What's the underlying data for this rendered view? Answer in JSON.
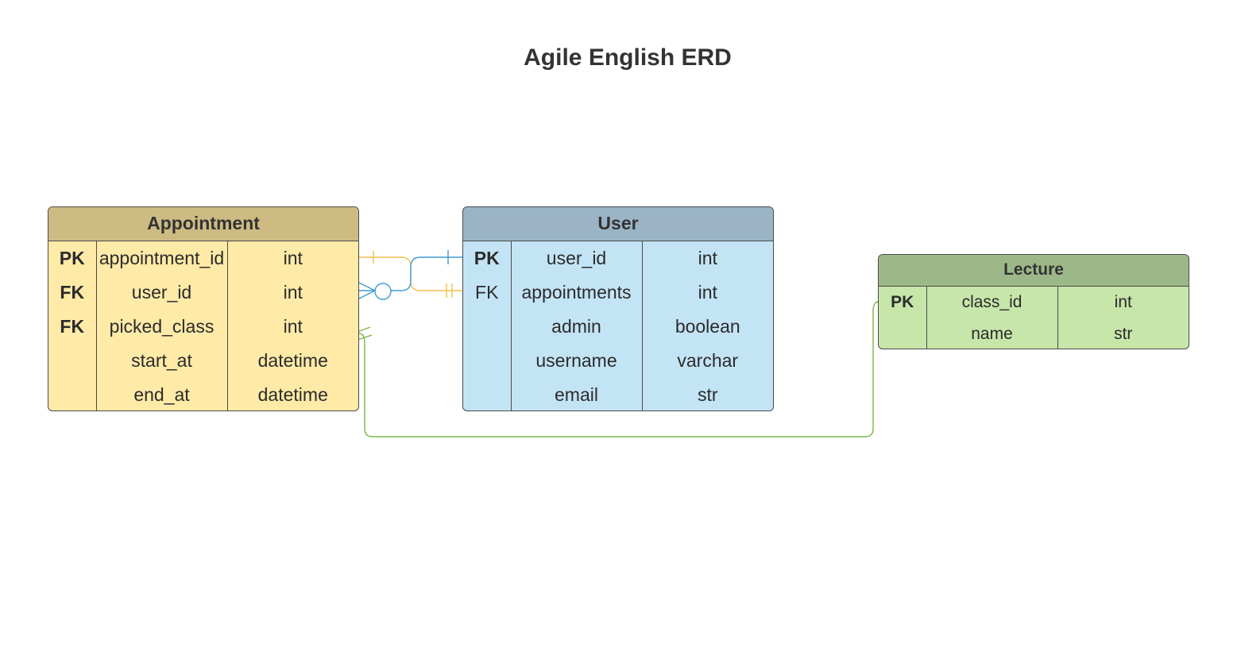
{
  "title": "Agile English ERD",
  "entities": {
    "appointment": {
      "name": "Appointment",
      "rows": [
        {
          "key": "PK",
          "key_bold": true,
          "field": "appointment_id",
          "type": "int"
        },
        {
          "key": "FK",
          "key_bold": true,
          "field": "user_id",
          "type": "int"
        },
        {
          "key": "FK",
          "key_bold": true,
          "field": "picked_class",
          "type": "int"
        },
        {
          "key": "",
          "key_bold": false,
          "field": "start_at",
          "type": "datetime"
        },
        {
          "key": "",
          "key_bold": false,
          "field": "end_at",
          "type": "datetime"
        }
      ]
    },
    "user": {
      "name": "User",
      "rows": [
        {
          "key": "PK",
          "key_bold": true,
          "field": "user_id",
          "type": "int"
        },
        {
          "key": "FK",
          "key_bold": false,
          "field": "appointments",
          "type": "int"
        },
        {
          "key": "",
          "key_bold": false,
          "field": "admin",
          "type": "boolean"
        },
        {
          "key": "",
          "key_bold": false,
          "field": "username",
          "type": "varchar"
        },
        {
          "key": "",
          "key_bold": false,
          "field": "email",
          "type": "str"
        }
      ]
    },
    "lecture": {
      "name": "Lecture",
      "rows": [
        {
          "key": "PK",
          "key_bold": true,
          "field": "class_id",
          "type": "int"
        },
        {
          "key": "",
          "key_bold": false,
          "field": "name",
          "type": "str"
        }
      ]
    }
  },
  "relationships": [
    {
      "from": "appointment.appointment_id",
      "to": "user.appointments",
      "from_cardinality": "one",
      "to_cardinality": "one-and-only-one",
      "color": "#f2c14e"
    },
    {
      "from": "appointment.user_id",
      "to": "user.user_id",
      "from_cardinality": "zero-or-many",
      "to_cardinality": "one",
      "color": "#3d9cd2"
    },
    {
      "from": "appointment.picked_class",
      "to": "lecture.class_id",
      "from_cardinality": "one-and-only-one",
      "to_cardinality": "none",
      "color": "#7ab648"
    }
  ],
  "colors": {
    "appointment_header": "#cdbb83",
    "appointment_body": "#ffeaa7",
    "user_header": "#9ab4c6",
    "user_body": "#c3e4f5",
    "lecture_header": "#9db888",
    "lecture_body": "#c7e6aa"
  }
}
